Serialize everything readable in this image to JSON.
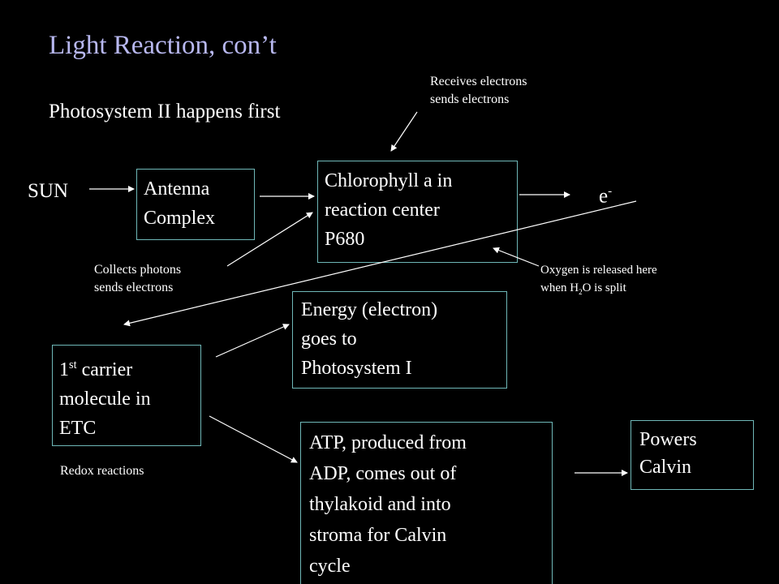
{
  "title": "Light Reaction, con’t",
  "subtitle": "Photosystem II happens first",
  "sun": "SUN",
  "antenna": [
    "Antenna",
    "Complex"
  ],
  "chlorophyll": [
    "Chlorophyll a in",
    "reaction center",
    "P680"
  ],
  "electron": {
    "base": "e",
    "sup": "-"
  },
  "receives_note": [
    "Receives electrons",
    "sends electrons"
  ],
  "collects_note": [
    "Collects photons",
    "sends electrons"
  ],
  "oxygen_note": {
    "line1": "Oxygen is released here",
    "line2_pre": "when H",
    "line2_sub": "2",
    "line2_post": "O  is split"
  },
  "carrier": {
    "num": "1",
    "sup": "st",
    "rest1": " carrier",
    "line2": "molecule in",
    "line3": "ETC"
  },
  "energy": [
    "Energy (electron)",
    "goes to",
    "Photosystem  I"
  ],
  "redox": "Redox reactions",
  "atp": [
    "ATP, produced from",
    "ADP, comes out of",
    "thylakoid and into",
    "stroma for Calvin",
    "cycle"
  ],
  "powers": [
    "Powers",
    "Calvin"
  ]
}
